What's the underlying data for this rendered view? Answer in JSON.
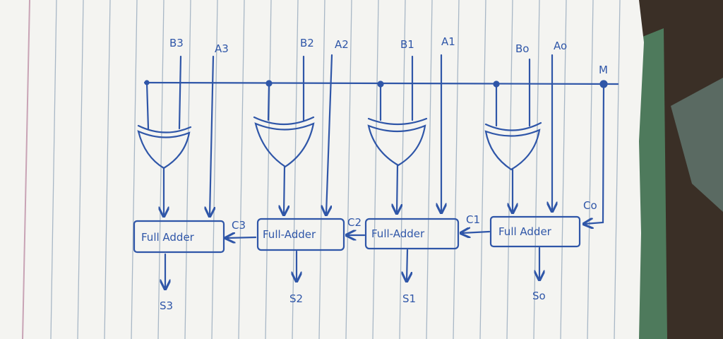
{
  "diagram": {
    "inputs": {
      "b3": "B3",
      "a3": "A3",
      "b2": "B2",
      "a2": "A2",
      "b1": "B1",
      "a1": "A1",
      "b0": "Bo",
      "a0": "Ao",
      "m": "M"
    },
    "adders": [
      {
        "label": "Full Adder"
      },
      {
        "label": "Full-Adder"
      },
      {
        "label": "Full-Adder"
      },
      {
        "label": "Full Adder"
      }
    ],
    "carries": {
      "c0": "Co",
      "c1": "C1",
      "c2": "C2",
      "c3": "C3"
    },
    "outputs": {
      "s3": "S3",
      "s2": "S2",
      "s1": "S1",
      "s0": "So"
    },
    "colors": {
      "ink": "#2f56a8",
      "paper": "#f4f4f1",
      "rule": "#8fa3b8",
      "margin": "#c8a3b5",
      "background": "#3a2f26",
      "cloth": "#4e7a5c"
    }
  }
}
